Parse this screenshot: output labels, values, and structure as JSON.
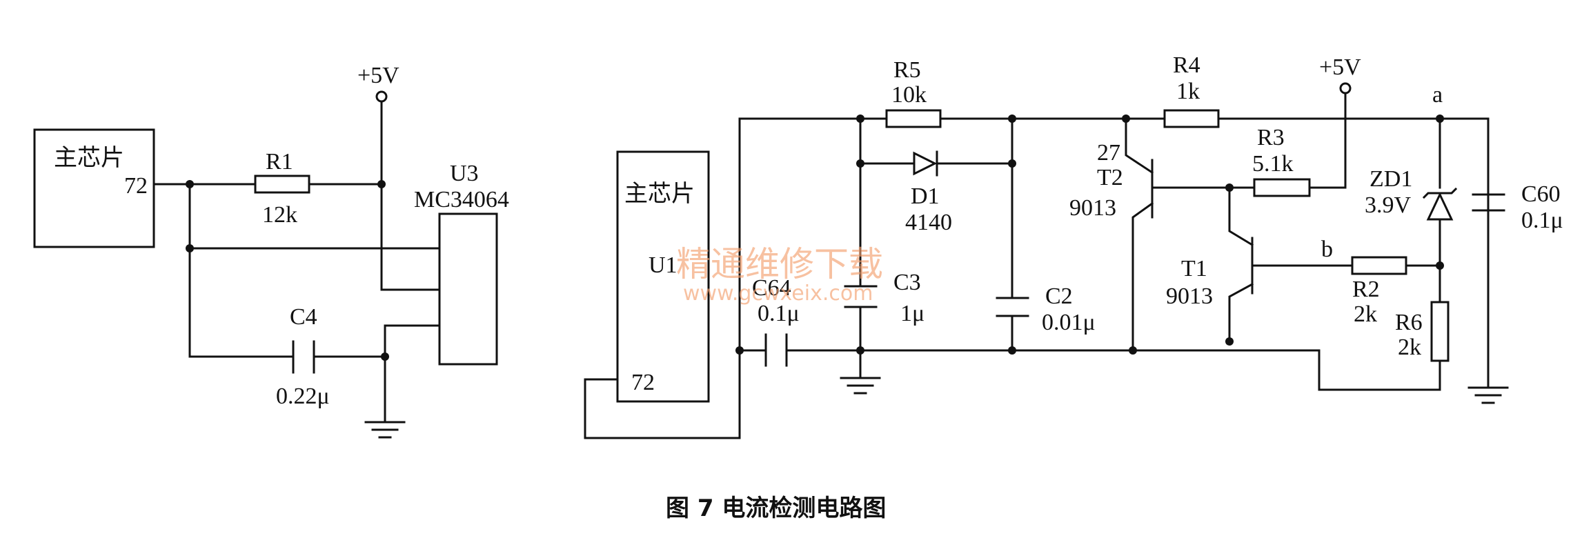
{
  "caption": "图 7  电流检测电路图",
  "watermark": {
    "line1": "精通维修下载",
    "line2": "www.gcwxeix.com"
  },
  "left_circuit": {
    "chip_label": "主芯片",
    "chip_pin": "72",
    "supply": "+5V",
    "r1": {
      "name": "R1",
      "value": "12k"
    },
    "c4": {
      "name": "C4",
      "value": "0.22μ"
    },
    "u3": {
      "name": "U3",
      "part": "MC34064"
    }
  },
  "right_circuit": {
    "chip_label": "主芯片",
    "chip_ref": "U1",
    "chip_pin": "72",
    "supply": "+5V",
    "node_a": "a",
    "node_b": "b",
    "r5": {
      "name": "R5",
      "value": "10k"
    },
    "r4": {
      "name": "R4",
      "value": "1k"
    },
    "r3": {
      "name": "R3",
      "value": "5.1k"
    },
    "r2": {
      "name": "R2",
      "value": "2k"
    },
    "r6": {
      "name": "R6",
      "value": "2k"
    },
    "d1": {
      "name": "D1",
      "value": "4140"
    },
    "zd1": {
      "name": "ZD1",
      "value": "3.9V"
    },
    "c64": {
      "name": "C64",
      "value": "0.1μ"
    },
    "c3": {
      "name": "C3",
      "value": "1μ"
    },
    "c2": {
      "name": "C2",
      "value": "0.01μ"
    },
    "c60": {
      "name": "C60",
      "value": "0.1μ"
    },
    "t2": {
      "pin": "27",
      "name": "T2",
      "part": "9013"
    },
    "t1": {
      "name": "T1",
      "part": "9013"
    }
  }
}
